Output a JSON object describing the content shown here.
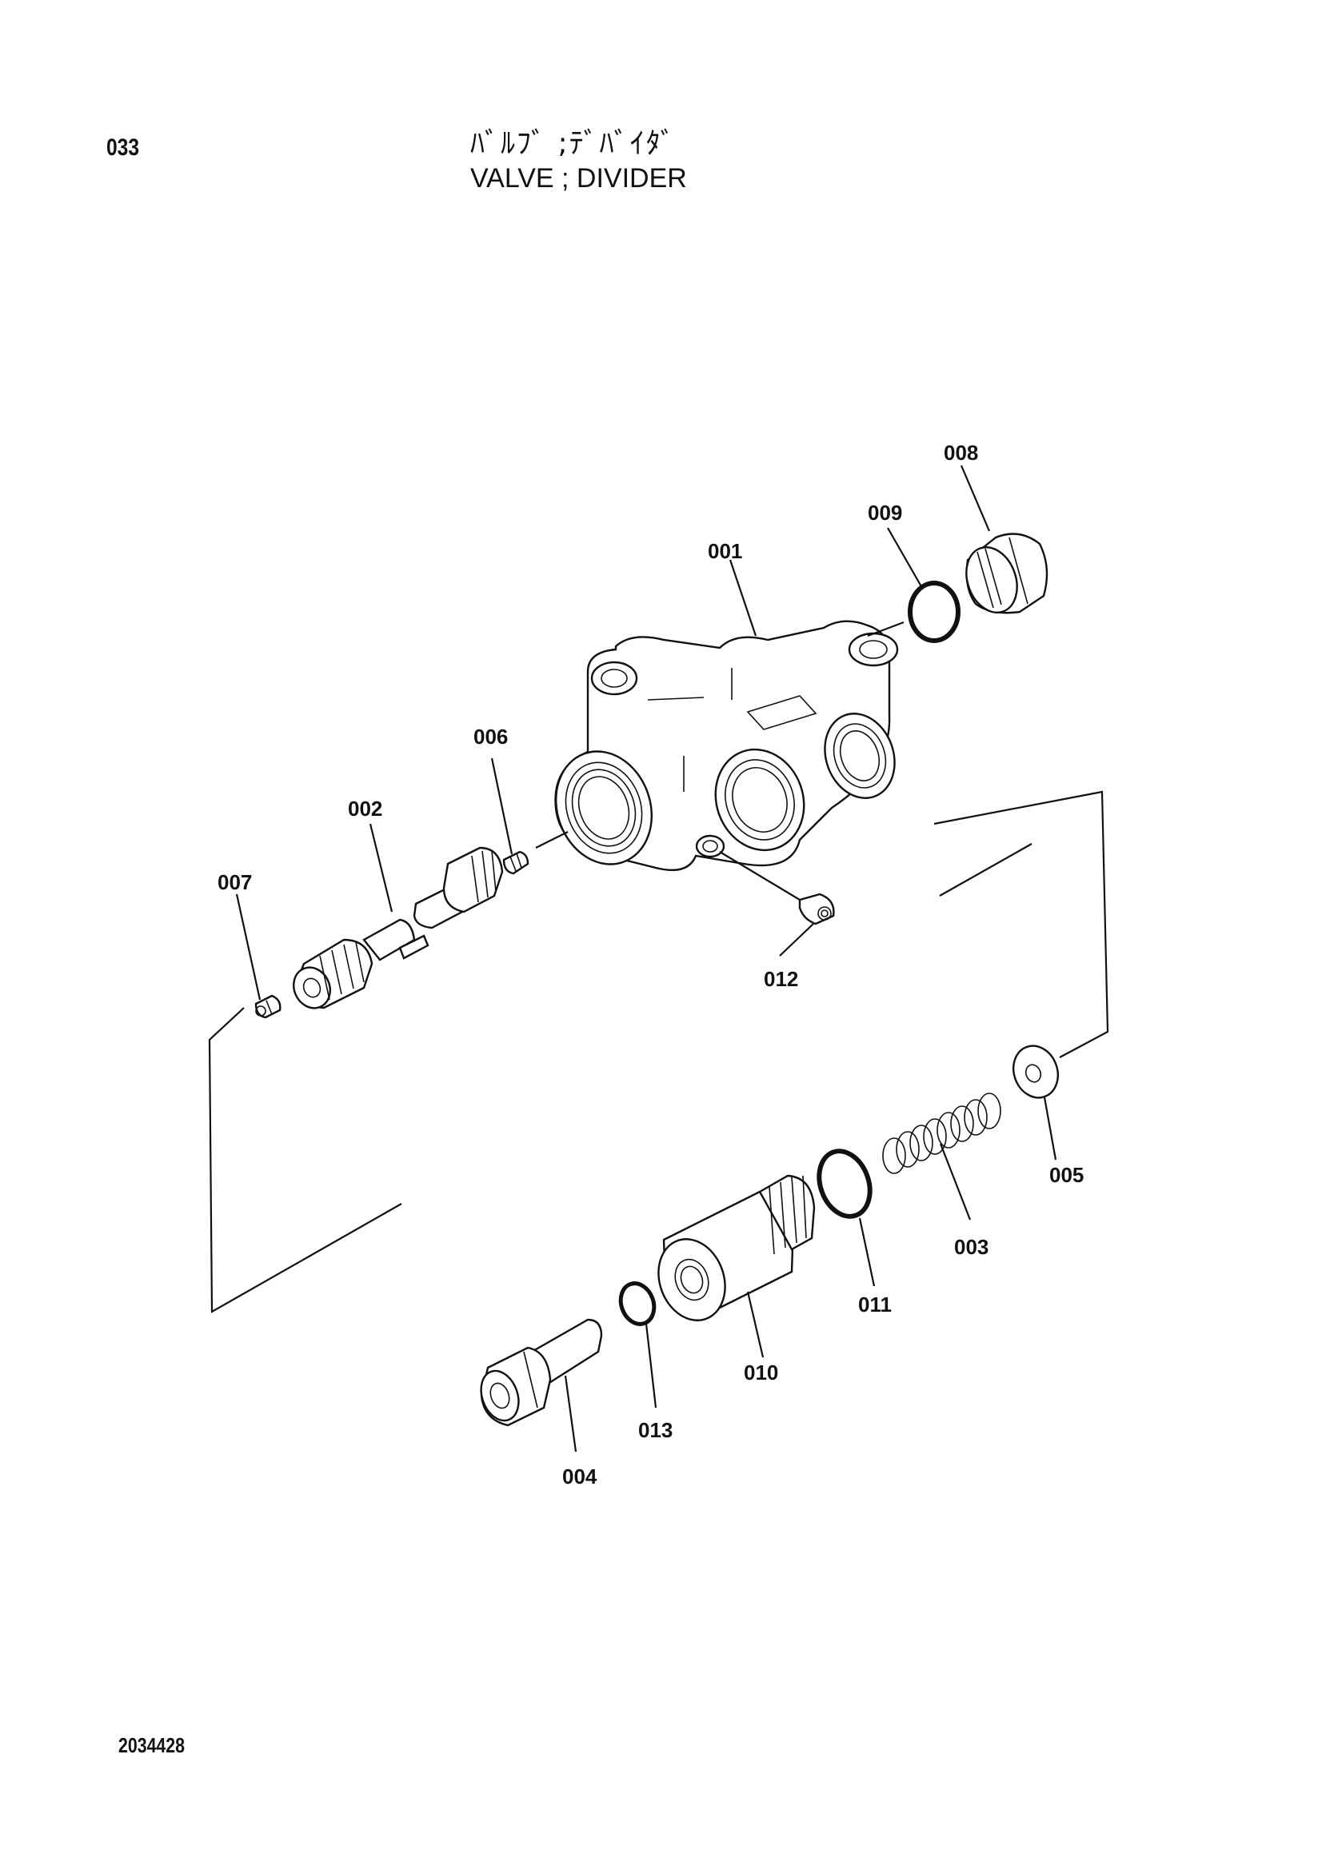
{
  "header": {
    "page_number": "033",
    "title_japanese": "ﾊﾞﾙﾌﾞ ;ﾃﾞﾊﾞｲﾀﾞ",
    "title_english": "VALVE ; DIVIDER"
  },
  "footer": {
    "drawing_number": "2034428"
  },
  "parts": [
    {
      "id": "001"
    },
    {
      "id": "002"
    },
    {
      "id": "003"
    },
    {
      "id": "004"
    },
    {
      "id": "005"
    },
    {
      "id": "006"
    },
    {
      "id": "007"
    },
    {
      "id": "008"
    },
    {
      "id": "009"
    },
    {
      "id": "010"
    },
    {
      "id": "011"
    },
    {
      "id": "012"
    },
    {
      "id": "013"
    }
  ],
  "colors": {
    "ink": "#111111",
    "paper": "#ffffff"
  }
}
